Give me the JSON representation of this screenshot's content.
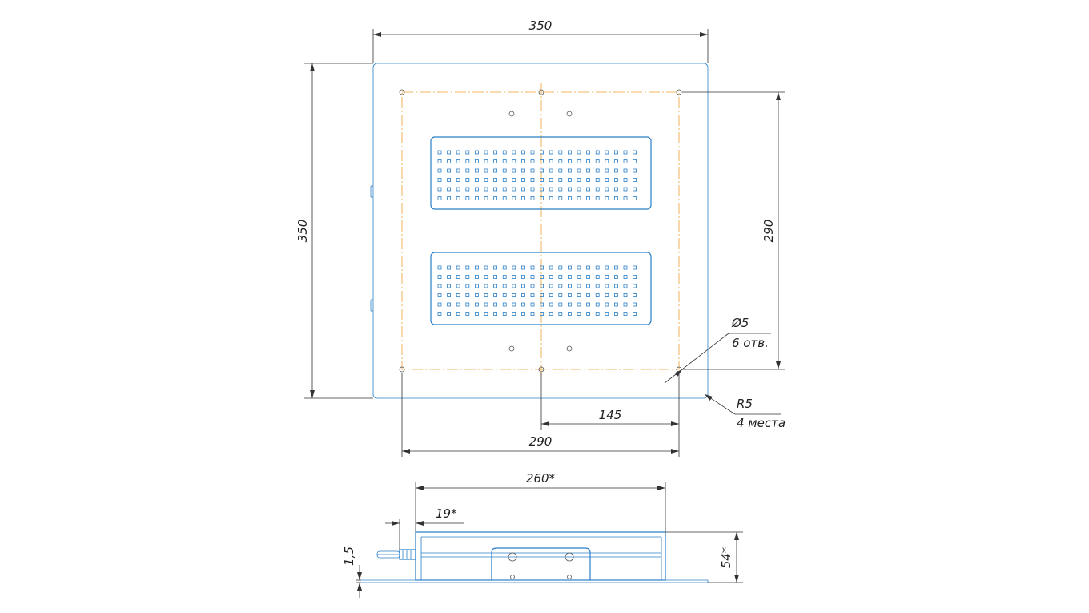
{
  "top_view": {
    "dim_width": "350",
    "dim_height": "350",
    "dim_hole_pitch_v": "290",
    "dim_hole_pitch_h": "290",
    "dim_half_pitch": "145",
    "hole_dia": "Ø5",
    "hole_count": "6 отв.",
    "radius": "R5",
    "radius_count": "4 места"
  },
  "side_view": {
    "dim_length": "260*",
    "dim_offset": "19*",
    "dim_thickness": "1,5",
    "dim_height": "54*"
  },
  "colors": {
    "outline": "#2a7fc8",
    "centerline": "#f0a030",
    "dimension": "#333333"
  }
}
